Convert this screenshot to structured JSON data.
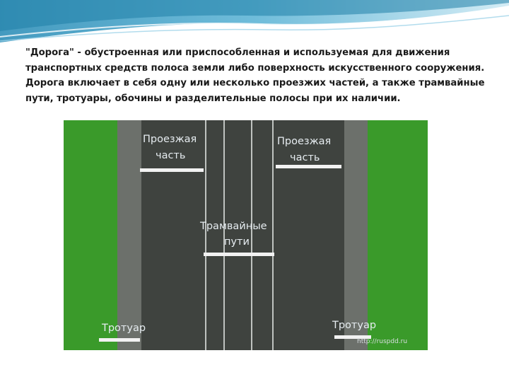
{
  "slide": {
    "definition_text": "\"Дорога\" - обустроенная или приспособленная и используемая для движения транспортных средств полоса земли либо поверхность искусственного сооружения. Дорога включает в себя одну или несколько проезжих частей, а также трамвайные пути, тротуары, обочины и разделительные полосы при их наличии."
  },
  "diagram": {
    "labels": {
      "carriageway_left_line1": "Проезжая",
      "carriageway_left_line2": "часть",
      "carriageway_right_line1": "Проезжая",
      "carriageway_right_line2": "часть",
      "tram_line1": "Трамвайные",
      "tram_line2": "пути",
      "sidewalk_left": "Тротуар",
      "sidewalk_right": "Тротуар"
    },
    "watermark": "http://ruspdd.ru"
  },
  "colors": {
    "grass": "#3a9a2a",
    "sidewalk": "#6c706b",
    "road": "#3f433f",
    "marking": "#f2f2f2",
    "header_wave": "#4aa6cc"
  }
}
